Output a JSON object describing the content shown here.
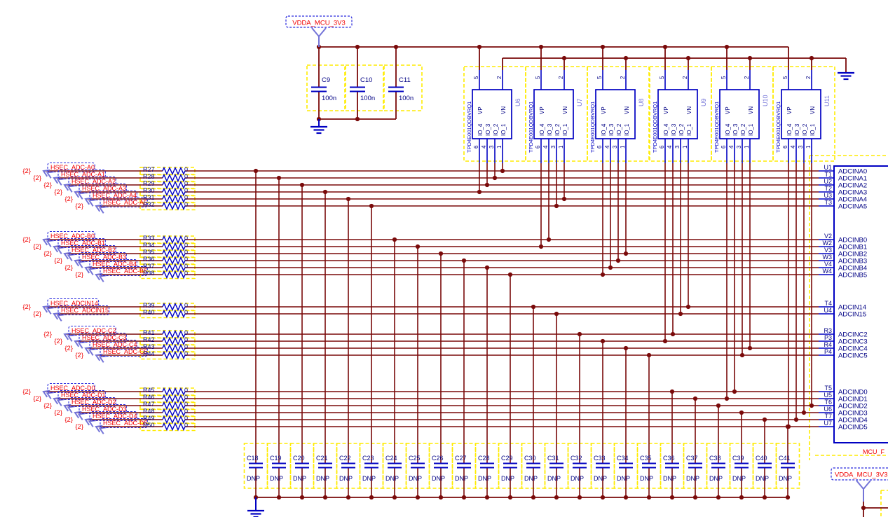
{
  "colors": {
    "wire": "#7a0a0a",
    "symbol_blue": "#0000c2",
    "designator_text": "#000084",
    "net_text": "#f10000",
    "highlight_yellow": "#ffec00",
    "port_blue": "#7474d8",
    "label_box_blue": "#2b2bdd"
  },
  "power_ports": {
    "top": {
      "net": "VDDA_MCU_3V3"
    },
    "bottom_right": {
      "net": "VDDA_MCU_3V3"
    }
  },
  "bypass_caps": [
    {
      "ref": "C9",
      "value": "100n"
    },
    {
      "ref": "C10",
      "value": "100n"
    },
    {
      "ref": "C11",
      "value": "100n"
    }
  ],
  "esd_ics": {
    "part_number": "TPD4E001QDBVRQ1",
    "refs": [
      "U6",
      "U7",
      "U8",
      "U9",
      "U10",
      "U11"
    ],
    "top_pins": [
      {
        "name": "VP",
        "number": "5"
      },
      {
        "name": "VN",
        "number": "2"
      }
    ],
    "bottom_pins": [
      {
        "name": "IO_4",
        "number": "6"
      },
      {
        "name": "IO_3",
        "number": "4"
      },
      {
        "name": "IO_2",
        "number": "3"
      },
      {
        "name": "IO_1",
        "number": "1"
      }
    ]
  },
  "signal_groups": [
    {
      "name": "A",
      "signals": [
        {
          "sheet_ref": "{2}",
          "net": "HSEC_ADC-A0",
          "resistor": "R27",
          "value": "0",
          "mcu_pin": "U1",
          "mcu_pin_name": "ADCINA0"
        },
        {
          "sheet_ref": "{2}",
          "net": "HSEC_ADC-A1",
          "resistor": "R28",
          "value": "0",
          "mcu_pin": "T1",
          "mcu_pin_name": "ADCINA1"
        },
        {
          "sheet_ref": "{2}",
          "net": "HSEC_ADC-A2",
          "resistor": "R29",
          "value": "0",
          "mcu_pin": "U2",
          "mcu_pin_name": "ADCINA2"
        },
        {
          "sheet_ref": "{2}",
          "net": "HSEC_ADC-A3",
          "resistor": "R30",
          "value": "0",
          "mcu_pin": "T2",
          "mcu_pin_name": "ADCINA3"
        },
        {
          "sheet_ref": "{2}",
          "net": "HSEC_ADC-A4",
          "resistor": "R31",
          "value": "0",
          "mcu_pin": "U3",
          "mcu_pin_name": "ADCINA4"
        },
        {
          "sheet_ref": "{2}",
          "net": "HSEC_ADC-A5",
          "resistor": "R32",
          "value": "0",
          "mcu_pin": "T3",
          "mcu_pin_name": "ADCINA5"
        }
      ]
    },
    {
      "name": "B",
      "signals": [
        {
          "sheet_ref": "{2}",
          "net": "HSEC_ADC-B0",
          "resistor": "R33",
          "value": "0",
          "mcu_pin": "V2",
          "mcu_pin_name": "ADCINB0"
        },
        {
          "sheet_ref": "{2}",
          "net": "HSEC_ADC-B1",
          "resistor": "R34",
          "value": "0",
          "mcu_pin": "W2",
          "mcu_pin_name": "ADCINB1"
        },
        {
          "sheet_ref": "{2}",
          "net": "HSEC_ADC-B2",
          "resistor": "R35",
          "value": "0",
          "mcu_pin": "V3",
          "mcu_pin_name": "ADCINB2"
        },
        {
          "sheet_ref": "{2}",
          "net": "HSEC_ADC-B3",
          "resistor": "R36",
          "value": "0",
          "mcu_pin": "W3",
          "mcu_pin_name": "ADCINB3"
        },
        {
          "sheet_ref": "{2}",
          "net": "HSEC_ADC-B4",
          "resistor": "R37",
          "value": "0",
          "mcu_pin": "V4",
          "mcu_pin_name": "ADCINB4"
        },
        {
          "sheet_ref": "{2}",
          "net": "HSEC_ADC-B5",
          "resistor": "R38",
          "value": "0",
          "mcu_pin": "W4",
          "mcu_pin_name": "ADCINB5"
        }
      ]
    },
    {
      "name": "IN",
      "signals": [
        {
          "sheet_ref": "{2}",
          "net": "HSEC_ADCIN14",
          "resistor": "R39",
          "value": "0",
          "mcu_pin": "T4",
          "mcu_pin_name": "ADCIN14"
        },
        {
          "sheet_ref": "{2}",
          "net": "HSEC_ADCIN15",
          "resistor": "R40",
          "value": "0",
          "mcu_pin": "U4",
          "mcu_pin_name": "ADCIN15"
        }
      ]
    },
    {
      "name": "C",
      "signals": [
        {
          "sheet_ref": "{2}",
          "net": "HSEC_ADC-C2",
          "resistor": "R41",
          "value": "0",
          "mcu_pin": "R3",
          "mcu_pin_name": "ADCINC2"
        },
        {
          "sheet_ref": "{2}",
          "net": "HSEC_ADC-C3",
          "resistor": "R42",
          "value": "0",
          "mcu_pin": "P3",
          "mcu_pin_name": "ADCINC3"
        },
        {
          "sheet_ref": "{2}",
          "net": "HSEC_ADC-C4",
          "resistor": "R43",
          "value": "0",
          "mcu_pin": "R4",
          "mcu_pin_name": "ADCINC4"
        },
        {
          "sheet_ref": "{2}",
          "net": "HSEC_ADC-C5",
          "resistor": "R44",
          "value": "0",
          "mcu_pin": "P4",
          "mcu_pin_name": "ADCINC5"
        }
      ]
    },
    {
      "name": "D",
      "signals": [
        {
          "sheet_ref": "{2}",
          "net": "HSEC_ADC-D0",
          "resistor": "R45",
          "value": "0",
          "mcu_pin": "T5",
          "mcu_pin_name": "ADCIND0"
        },
        {
          "sheet_ref": "{2}",
          "net": "HSEC_ADC-D1",
          "resistor": "R46",
          "value": "0",
          "mcu_pin": "U5",
          "mcu_pin_name": "ADCIND1"
        },
        {
          "sheet_ref": "{2}",
          "net": "HSEC_ADC-D2",
          "resistor": "R47",
          "value": "0",
          "mcu_pin": "T6",
          "mcu_pin_name": "ADCIND2"
        },
        {
          "sheet_ref": "{2}",
          "net": "HSEC_ADC-D3",
          "resistor": "R48",
          "value": "0",
          "mcu_pin": "U6",
          "mcu_pin_name": "ADCIND3"
        },
        {
          "sheet_ref": "{2}",
          "net": "HSEC_ADC-D4",
          "resistor": "R49",
          "value": "0",
          "mcu_pin": "T7",
          "mcu_pin_name": "ADCIND4"
        },
        {
          "sheet_ref": "{2}",
          "net": "HSEC_ADC-D5",
          "resistor": "R50",
          "value": "0",
          "mcu_pin": "U7",
          "mcu_pin_name": "ADCIND5"
        }
      ]
    }
  ],
  "dnp_caps": {
    "refs": [
      "C18",
      "C19",
      "C20",
      "C21",
      "C22",
      "C23",
      "C24",
      "C25",
      "C26",
      "C27",
      "C28",
      "C29",
      "C30",
      "C31",
      "C32",
      "C33",
      "C34",
      "C35",
      "C36",
      "C37",
      "C38",
      "C39",
      "C40",
      "C41"
    ],
    "value": "DNP"
  },
  "mcu": {
    "sheet_label": "MCU_F"
  }
}
